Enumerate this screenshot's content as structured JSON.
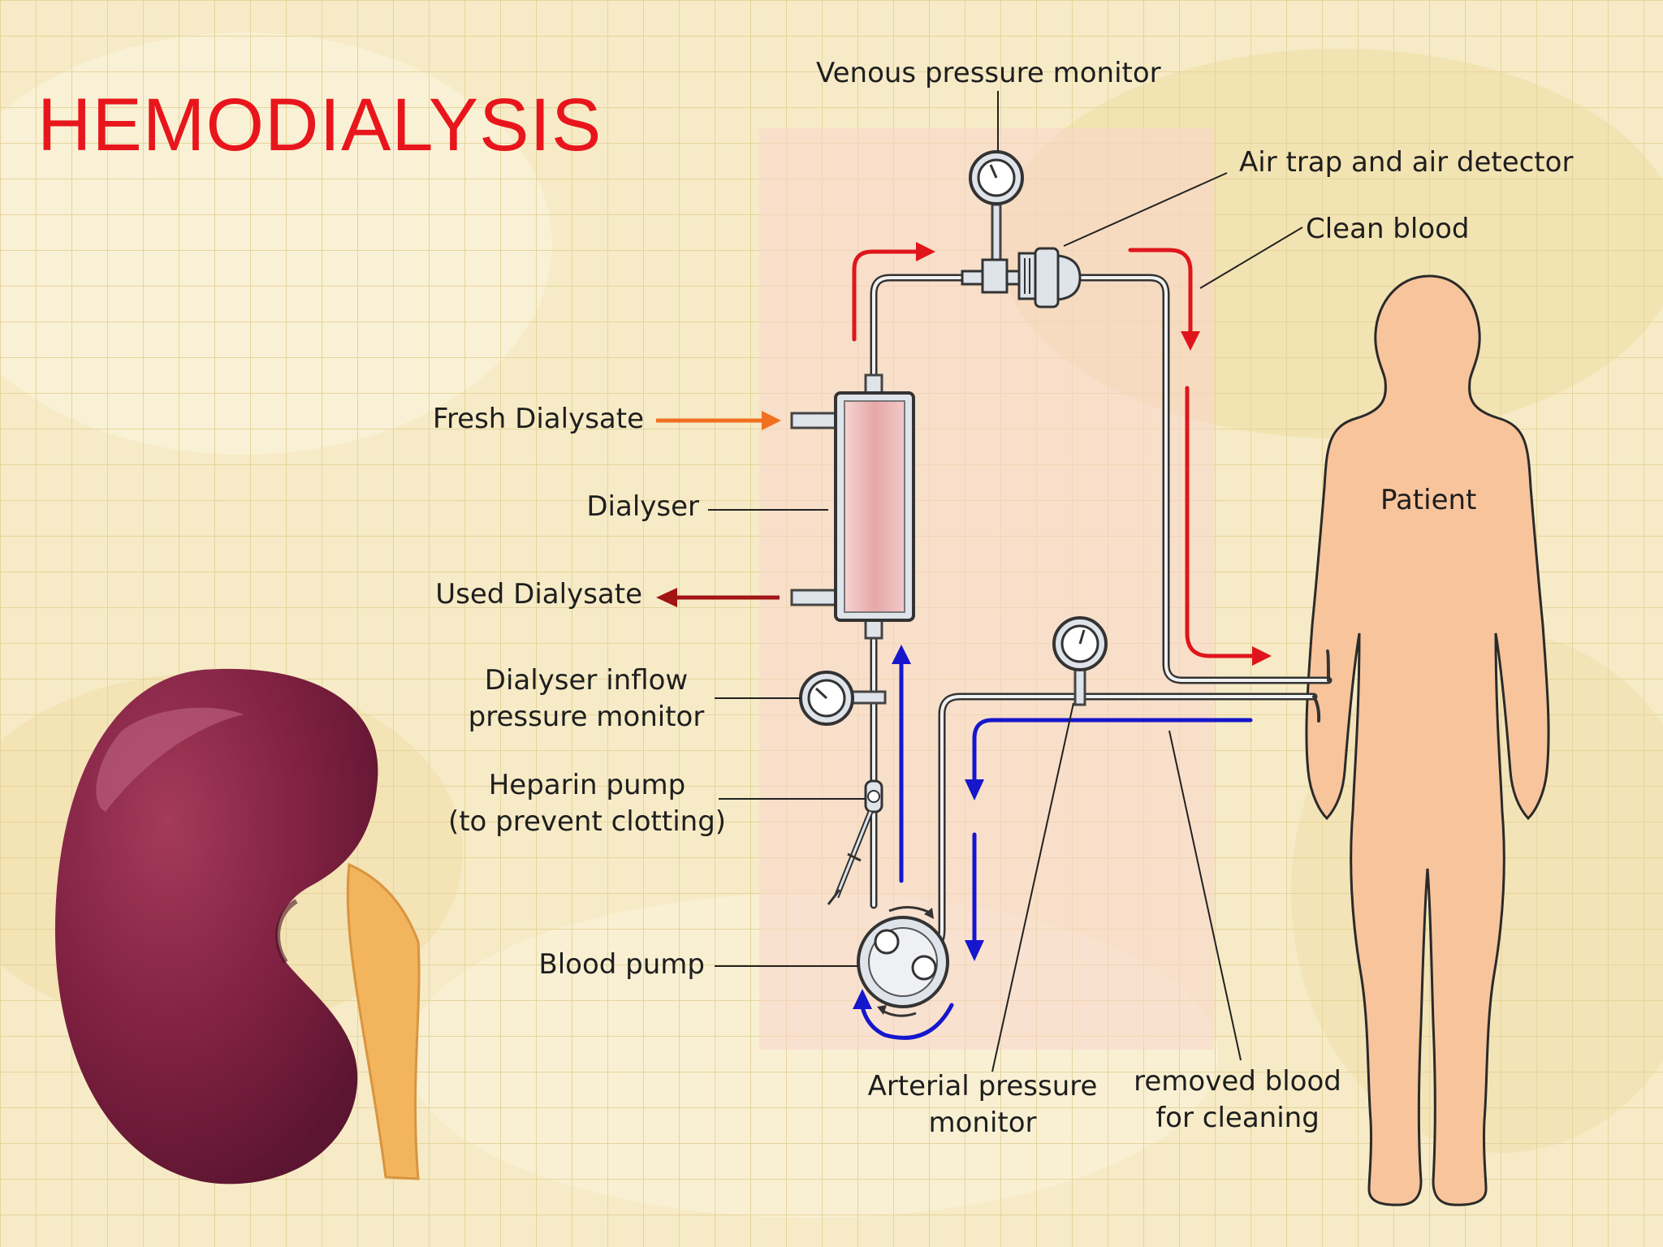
{
  "title": "HEMODIALYSIS",
  "colors": {
    "title": "#e8161c",
    "clean_blood_arrow": "#e0151b",
    "removed_blood_arrow": "#1616cc",
    "fresh_dialysate_arrow": "#f07020",
    "used_dialysate_arrow": "#a11515",
    "patient_body": "#f8c49c",
    "kidney": "#7e2040",
    "ureter": "#f3b45e",
    "dialyser_fill": "#eab4b4"
  },
  "labels": {
    "venous_pressure_monitor": "Venous pressure monitor",
    "air_trap": "Air trap and air detector",
    "clean_blood": "Clean blood",
    "fresh_dialysate": "Fresh Dialysate",
    "dialyser": "Dialyser",
    "used_dialysate": "Used Dialysate",
    "dialyser_inflow_1": "Dialyser inflow",
    "dialyser_inflow_2": "pressure monitor",
    "heparin_1": "Heparin pump",
    "heparin_2": "(to prevent clotting)",
    "blood_pump": "Blood pump",
    "arterial_1": "Arterial pressure",
    "arterial_2": "monitor",
    "removed_1": "removed blood",
    "removed_2": "for cleaning",
    "patient": "Patient"
  }
}
